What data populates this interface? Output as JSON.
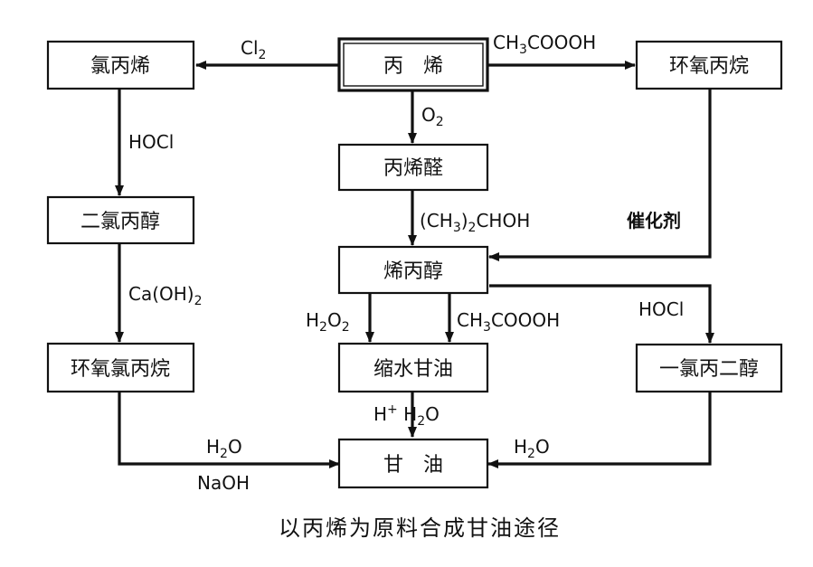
{
  "title": "以丙烯为原料合成甘油途径",
  "nodes": {
    "propylene": "丙　烯",
    "allyl_chloride": "氯丙烯",
    "propylene_oxide": "环氧丙烷",
    "acrolein": "丙烯醛",
    "dichloropropanol": "二氯丙醇",
    "allyl_alcohol": "烯丙醇",
    "epichlorohydrin": "环氧氯丙烷",
    "glycidol": "缩水甘油",
    "monochloropropanediol": "一氯丙二醇",
    "glycerol": "甘　油"
  },
  "edges": {
    "cl2": {
      "main": "Cl",
      "sub": "2"
    },
    "peracetic_top": {
      "p1": "CH",
      "s1": "3",
      "p2": "COOOH"
    },
    "o2": {
      "main": "O",
      "sub": "2"
    },
    "hocl_left": "HOCl",
    "isopropanol": {
      "p1": "(CH",
      "s1": "3",
      "p2": ")",
      "s2": "2",
      "p3": "CHOH"
    },
    "catalyst": "催化剂",
    "caoh2": {
      "p1": "Ca(OH)",
      "s1": "2"
    },
    "h2o2": {
      "p1": "H",
      "s1": "2",
      "p2": "O",
      "s2": "2"
    },
    "peracetic_mid": {
      "p1": "CH",
      "s1": "3",
      "p2": "COOOH"
    },
    "hocl_right": "HOCl",
    "hplus_h2o": {
      "p1": "H",
      "sup1": "+",
      "p2": " H",
      "s2": "2",
      "p3": "O"
    },
    "h2o_left": {
      "p1": "H",
      "s1": "2",
      "p2": "O"
    },
    "naoh": "NaOH",
    "h2o_right": {
      "p1": "H",
      "s1": "2",
      "p2": "O"
    }
  }
}
